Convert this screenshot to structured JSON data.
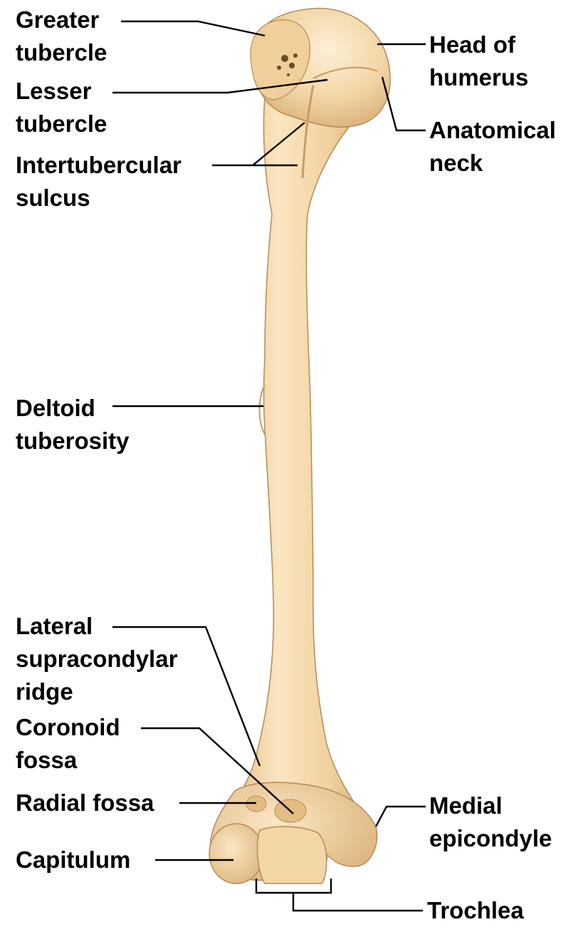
{
  "title": "",
  "colors": {
    "bone_fill": "#f2d4a4",
    "bone_light": "#fbe7c4",
    "bone_shadow": "#d9b27a",
    "bone_outline": "#b58a55",
    "leader": "#000000",
    "text": "#000000",
    "background": "#ffffff"
  },
  "labels": {
    "greater_tubercle": {
      "line1": "Greater",
      "line2": "tubercle"
    },
    "lesser_tubercle": {
      "line1": "Lesser",
      "line2": "tubercle"
    },
    "intertubercular_sulcus": {
      "line1": "Intertubercular",
      "line2": "sulcus"
    },
    "head_of_humerus": {
      "line1": "Head of",
      "line2": "humerus"
    },
    "anatomical_neck": {
      "line1": "Anatomical",
      "line2": "neck"
    },
    "deltoid_tuberosity": {
      "line1": "Deltoid",
      "line2": "tuberosity"
    },
    "lateral_supracondylar_ridge": {
      "line1": "Lateral",
      "line2": "supracondylar",
      "line3": "ridge"
    },
    "coronoid_fossa": {
      "line1": "Coronoid",
      "line2": "fossa"
    },
    "radial_fossa": {
      "line1": "Radial fossa"
    },
    "capitulum": {
      "line1": "Capitulum"
    },
    "medial_epicondyle": {
      "line1": "Medial",
      "line2": "epicondyle"
    },
    "trochlea": {
      "line1": "Trochlea"
    }
  }
}
